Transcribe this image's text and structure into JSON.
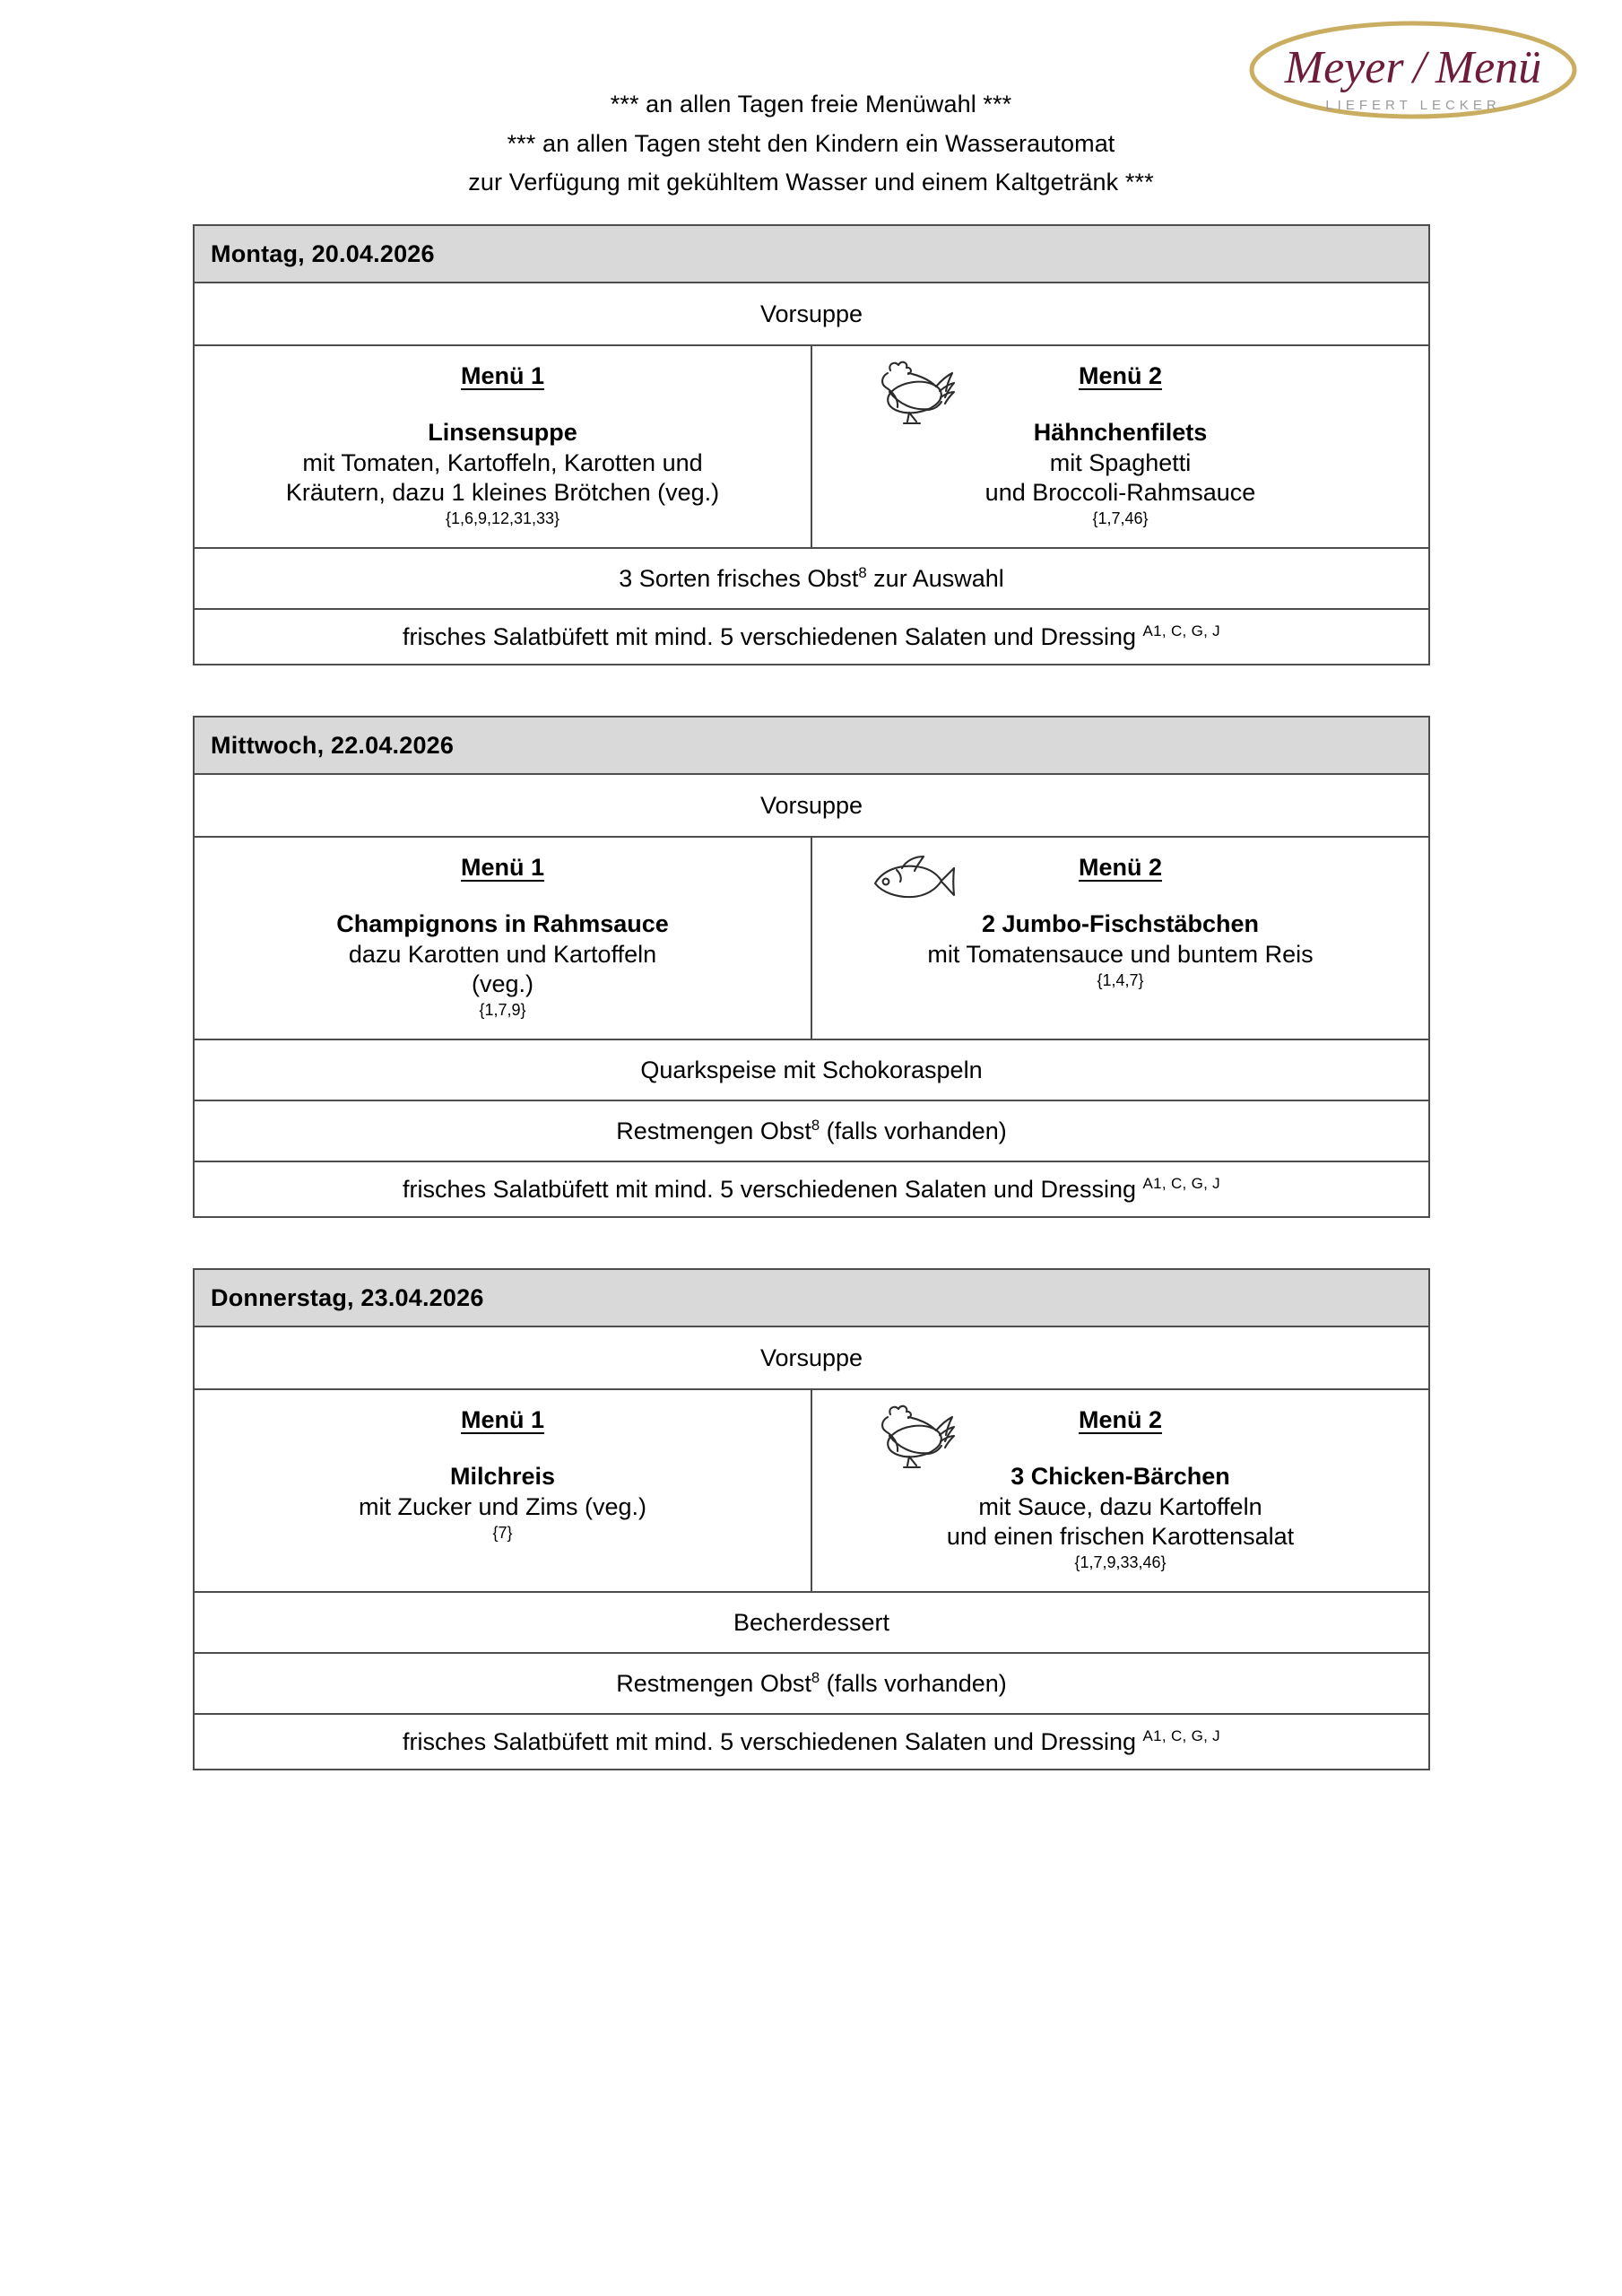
{
  "header": {
    "notices": [
      "*** an allen Tagen freie Menüwahl ***",
      "*** an allen Tagen steht den Kindern ein Wasserautomat",
      "zur Verfügung mit gekühltem Wasser und einem Kaltgetränk ***"
    ],
    "logo": {
      "brand": "Meyer Menü",
      "tagline": "LIEFERT LECKER",
      "brand_color": "#6e1c3c",
      "tagline_color": "#9a9a9a",
      "oval_color": "#c9ae62"
    }
  },
  "colors": {
    "day_header_background": "#d9d9d9",
    "border": "#4d4d4d",
    "text": "#000000"
  },
  "days": [
    {
      "title": "Montag, 20.04.2026",
      "soup_label": "Vorsuppe",
      "menu1": {
        "heading": "Menü 1",
        "dish": "Linsensuppe",
        "description_lines": [
          "mit Tomaten, Kartoffeln, Karotten und",
          "Kräutern, dazu 1 kleines Brötchen (veg.)"
        ],
        "codes": "{1,6,9,12,31,33}",
        "icon": "none"
      },
      "menu2": {
        "heading": "Menü 2",
        "dish": "Hähnchenfilets",
        "description_lines": [
          "mit Spaghetti",
          "und Broccoli-Rahmsauce"
        ],
        "codes": "{1,7,46}",
        "icon": "chicken-icon"
      },
      "extras": [
        {
          "text_before": "3 Sorten frisches Obst",
          "sup": "8",
          "text_after": " zur Auswahl"
        }
      ],
      "salad": {
        "text": "frisches Salatbüfett mit mind. 5 verschiedenen Salaten und Dressing",
        "codes": "A1, C, G, J"
      }
    },
    {
      "title": "Mittwoch, 22.04.2026",
      "soup_label": "Vorsuppe",
      "menu1": {
        "heading": "Menü 1",
        "dish": "Champignons in Rahmsauce",
        "description_lines": [
          "dazu Karotten und Kartoffeln",
          "(veg.)"
        ],
        "codes": "{1,7,9}",
        "icon": "none"
      },
      "menu2": {
        "heading": "Menü 2",
        "dish": "2 Jumbo-Fischstäbchen",
        "description_lines": [
          "mit Tomatensauce und buntem Reis"
        ],
        "codes": "{1,4,7}",
        "icon": "fish-icon"
      },
      "extras": [
        {
          "text_before": "Quarkspeise mit Schokoraspeln",
          "sup": "",
          "text_after": ""
        },
        {
          "text_before": "Restmengen Obst",
          "sup": "8",
          "text_after": " (falls vorhanden)"
        }
      ],
      "salad": {
        "text": "frisches Salatbüfett mit mind. 5 verschiedenen Salaten und Dressing",
        "codes": "A1, C, G, J"
      }
    },
    {
      "title": "Donnerstag, 23.04.2026",
      "soup_label": "Vorsuppe",
      "menu1": {
        "heading": "Menü 1",
        "dish": "Milchreis",
        "description_lines": [
          "mit Zucker und Zims (veg.)"
        ],
        "codes": "{7}",
        "icon": "none"
      },
      "menu2": {
        "heading": "Menü 2",
        "dish": "3 Chicken-Bärchen",
        "description_lines": [
          "mit Sauce, dazu Kartoffeln",
          "und einen frischen Karottensalat"
        ],
        "codes": "{1,7,9,33,46}",
        "icon": "chicken-icon"
      },
      "extras": [
        {
          "text_before": "Becherdessert",
          "sup": "",
          "text_after": ""
        },
        {
          "text_before": "Restmengen Obst",
          "sup": "8",
          "text_after": " (falls vorhanden)"
        }
      ],
      "salad": {
        "text": "frisches Salatbüfett mit mind. 5 verschiedenen Salaten und Dressing",
        "codes": "A1, C, G, J"
      }
    }
  ]
}
